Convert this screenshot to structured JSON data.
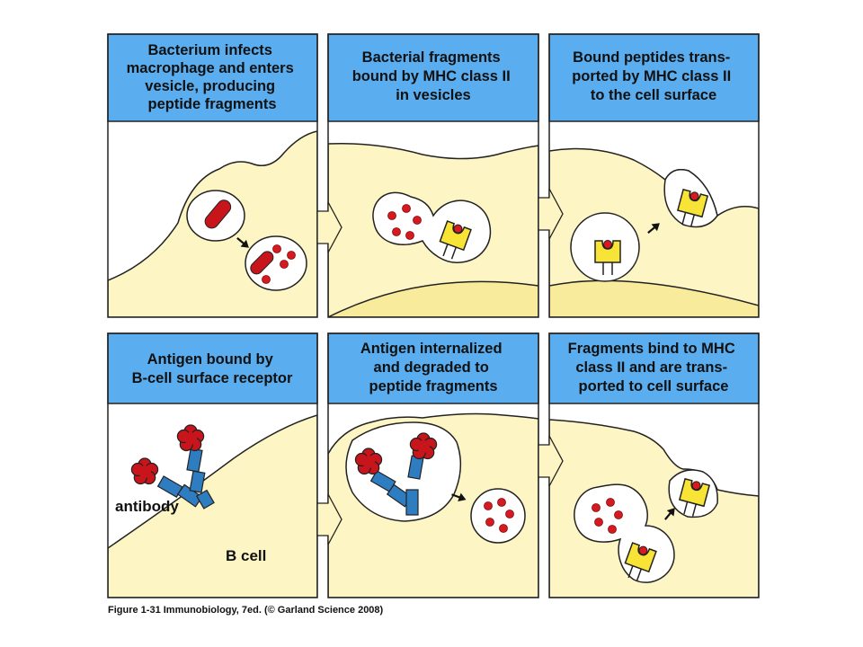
{
  "panels": [
    {
      "lines": [
        "Bacterium infects",
        "macrophage and enters",
        "vesicle, producing",
        "peptide fragments"
      ]
    },
    {
      "lines": [
        "Bacterial fragments",
        "bound by MHC class II",
        "in vesicles"
      ]
    },
    {
      "lines": [
        "Bound peptides trans-",
        "ported by MHC class II",
        "to the cell surface"
      ]
    },
    {
      "lines": [
        "Antigen bound by",
        "B-cell surface receptor"
      ]
    },
    {
      "lines": [
        "Antigen internalized",
        "and degraded to",
        "peptide fragments"
      ]
    },
    {
      "lines": [
        "Fragments bind to MHC",
        "class II and are trans-",
        "ported to cell surface"
      ]
    }
  ],
  "labels": {
    "antibody": "antibody",
    "b_cell": "B cell"
  },
  "caption": "Figure 1-31  Immunobiology, 7ed. (© Garland Science 2008)",
  "colors": {
    "header": "#5aaef0",
    "cytoplasm": "#fdf5c4",
    "nucleus": "#f8eb9c",
    "bacterium": "#c8151c",
    "peptide": "#d71920",
    "mhc": "#f7e437",
    "antibody": "#2e7dc1",
    "antigen": "#c8151c"
  }
}
